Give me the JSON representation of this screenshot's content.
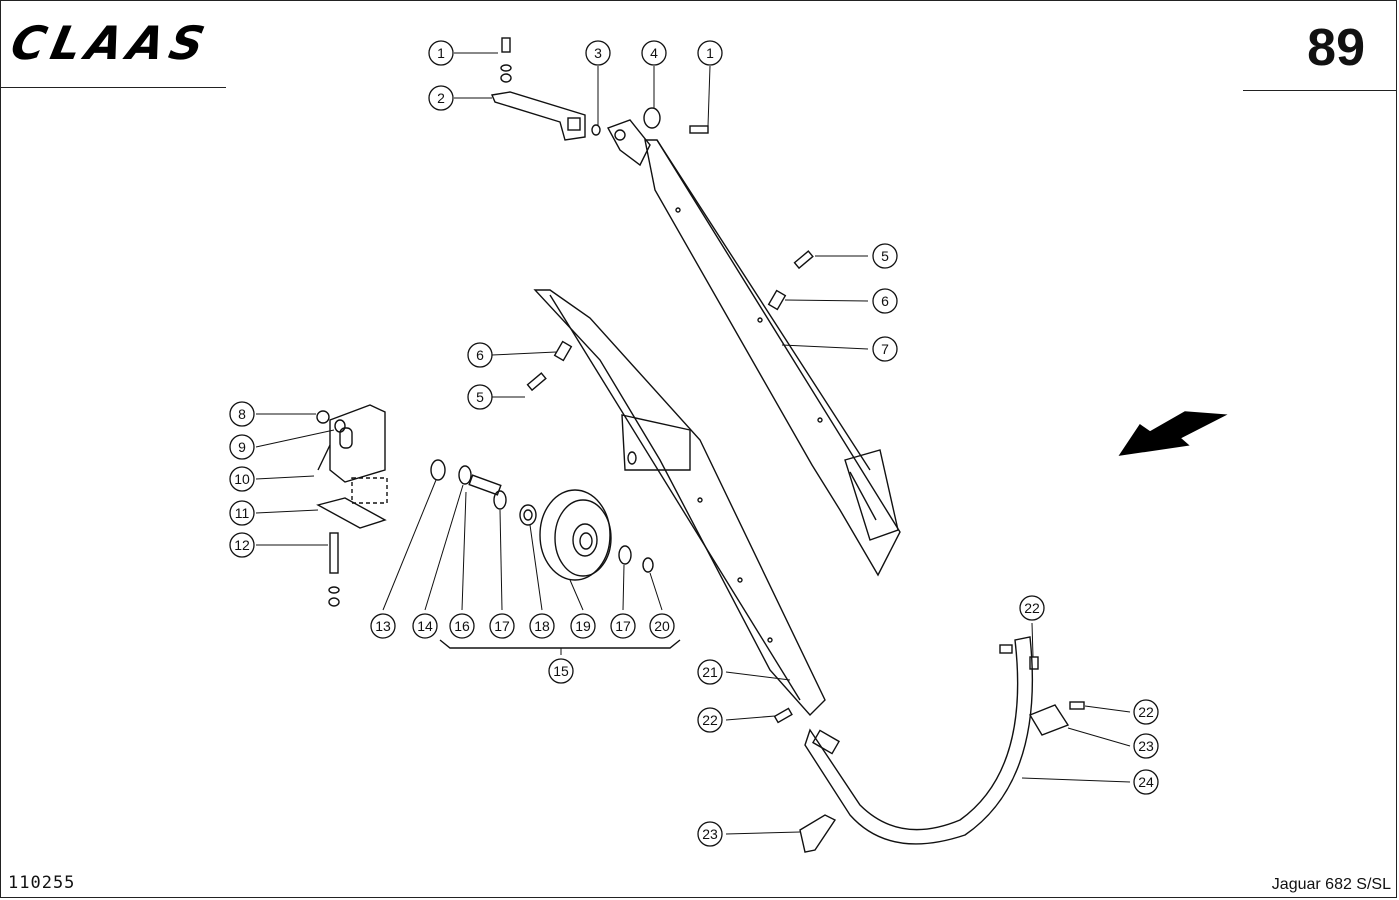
{
  "header": {
    "brand": "CLAAS",
    "page_number": "89"
  },
  "footer": {
    "drawing_number": "110255",
    "model": "Jaguar 682 S/SL"
  },
  "callouts": {
    "c1a": "1",
    "c1b": "1",
    "c2": "2",
    "c3": "3",
    "c4": "4",
    "c5a": "5",
    "c5b": "5",
    "c6a": "6",
    "c6b": "6",
    "c7": "7",
    "c8": "8",
    "c9": "9",
    "c10": "10",
    "c11": "11",
    "c12": "12",
    "c13": "13",
    "c14": "14",
    "c15": "15",
    "c16": "16",
    "c17a": "17",
    "c17b": "17",
    "c18": "18",
    "c19": "19",
    "c20": "20",
    "c21": "21",
    "c22a": "22",
    "c22b": "22",
    "c22c": "22",
    "c23a": "23",
    "c23b": "23",
    "c24": "24"
  }
}
